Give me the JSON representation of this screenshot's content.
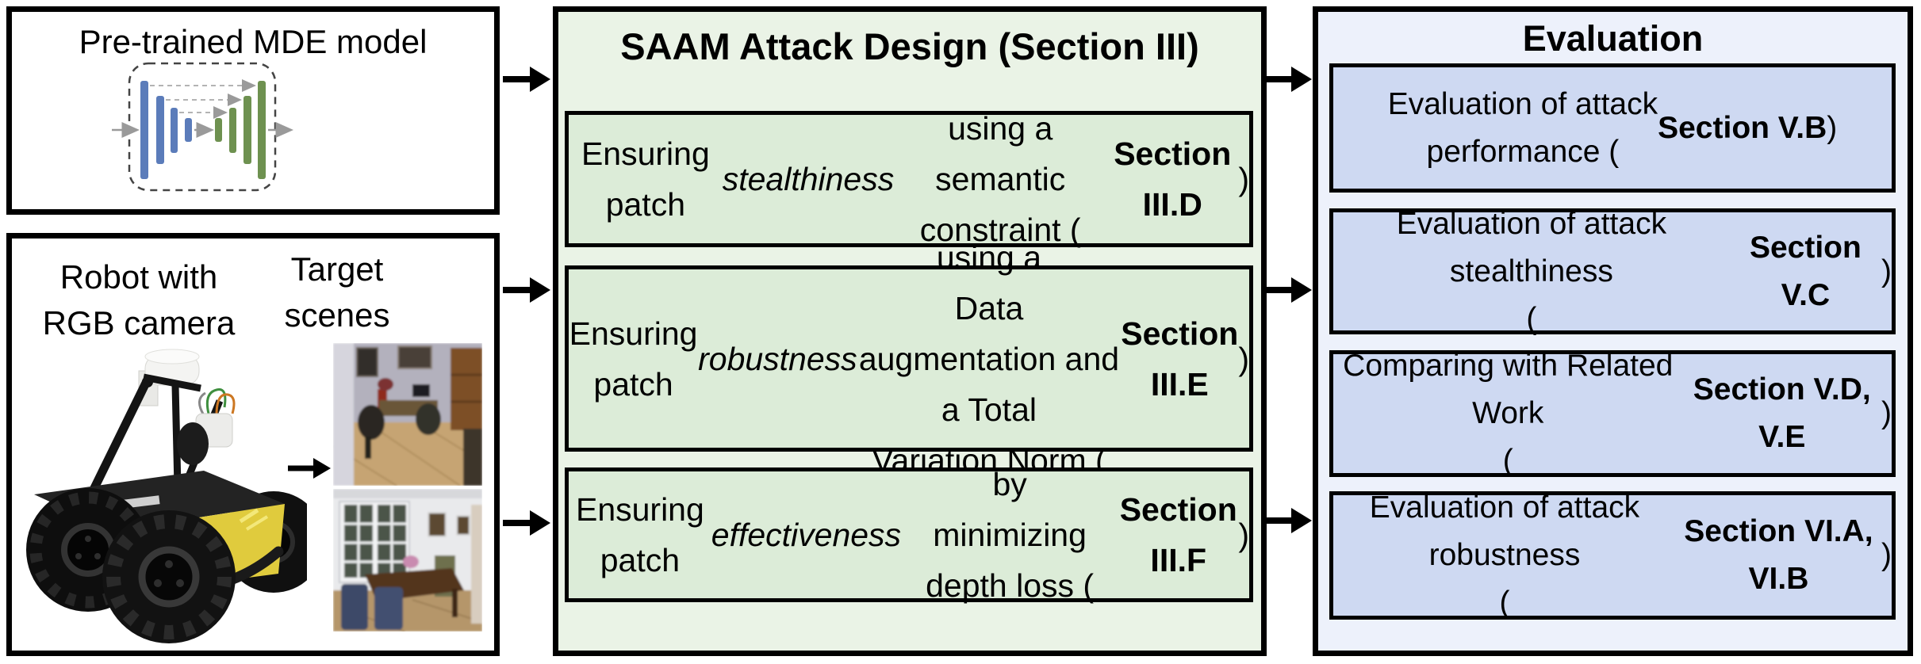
{
  "figure": {
    "left": {
      "mde_box": {
        "title": "Pre-trained MDE model",
        "network": {
          "encoder_bar_color": "#5b7cba",
          "decoder_bar_color": "#6e9150",
          "arrow_color": "#9a9a9a",
          "encoder_bars": 4,
          "decoder_bars": 4,
          "skip_connections": 3
        }
      },
      "robot_box": {
        "robot_label": "Robot with\nRGB camera",
        "scenes_label": "Target\nscenes",
        "robot_body_color": "#e0cb3d",
        "scene_photos": [
          "office scene",
          "dining room scene"
        ]
      }
    },
    "middle": {
      "title": "SAAM Attack Design (Section III)",
      "panel_bg": "#eaf3e6",
      "item_bg": "#dcecd8",
      "items": [
        {
          "segments": [
            {
              "t": "Ensuring patch "
            },
            {
              "t": "stealthiness",
              "i": true
            },
            {
              "t": " using a\nsemantic constraint ("
            },
            {
              "t": "Section III.D",
              "b": true
            },
            {
              "t": ")"
            }
          ]
        },
        {
          "segments": [
            {
              "t": "Ensuring patch "
            },
            {
              "t": "robustness",
              "i": true
            },
            {
              "t": " using a\nData augmentation and a Total\nVariation Norm ("
            },
            {
              "t": "Section III.E",
              "b": true
            },
            {
              "t": ")"
            }
          ]
        },
        {
          "segments": [
            {
              "t": "Ensuring patch "
            },
            {
              "t": "effectiveness",
              "i": true
            },
            {
              "t": " by\nminimizing depth loss ("
            },
            {
              "t": "Section III.F",
              "b": true
            },
            {
              "t": ")"
            }
          ]
        }
      ]
    },
    "right": {
      "title": "Evaluation",
      "panel_bg": "#edf1fb",
      "item_bg": "#ced9f2",
      "items": [
        {
          "segments": [
            {
              "t": "Evaluation of attack\nperformance ("
            },
            {
              "t": "Section V.B",
              "b": true
            },
            {
              "t": ")"
            }
          ]
        },
        {
          "segments": [
            {
              "t": "Evaluation of attack stealthiness\n("
            },
            {
              "t": "Section V.C",
              "b": true
            },
            {
              "t": ")"
            }
          ]
        },
        {
          "segments": [
            {
              "t": "Comparing with Related Work\n("
            },
            {
              "t": "Section V.D, V.E",
              "b": true
            },
            {
              "t": ")"
            }
          ]
        },
        {
          "segments": [
            {
              "t": "Evaluation of attack robustness\n("
            },
            {
              "t": "Section VI.A, VI.B",
              "b": true
            },
            {
              "t": ")"
            }
          ]
        }
      ]
    }
  }
}
